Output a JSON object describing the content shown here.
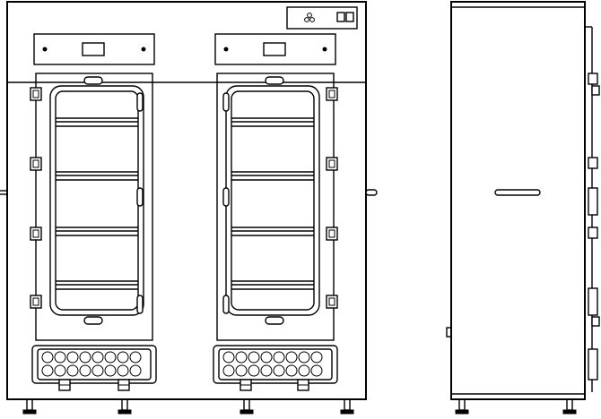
{
  "drawing": {
    "views": [
      "front-view",
      "side-view"
    ],
    "line_color": "#000000",
    "background_color": "#ffffff"
  },
  "front_view": {
    "doors": 2,
    "shelves_per_door": 4,
    "hinges_per_door": 4,
    "vent_holes_per_grille": 16,
    "feet": 4
  },
  "side_view": {
    "feet": 2
  },
  "icons": {
    "control_panel": "control-panel-icon",
    "hazard_symbol": "hazard-icon",
    "switches": "switch-icon"
  }
}
